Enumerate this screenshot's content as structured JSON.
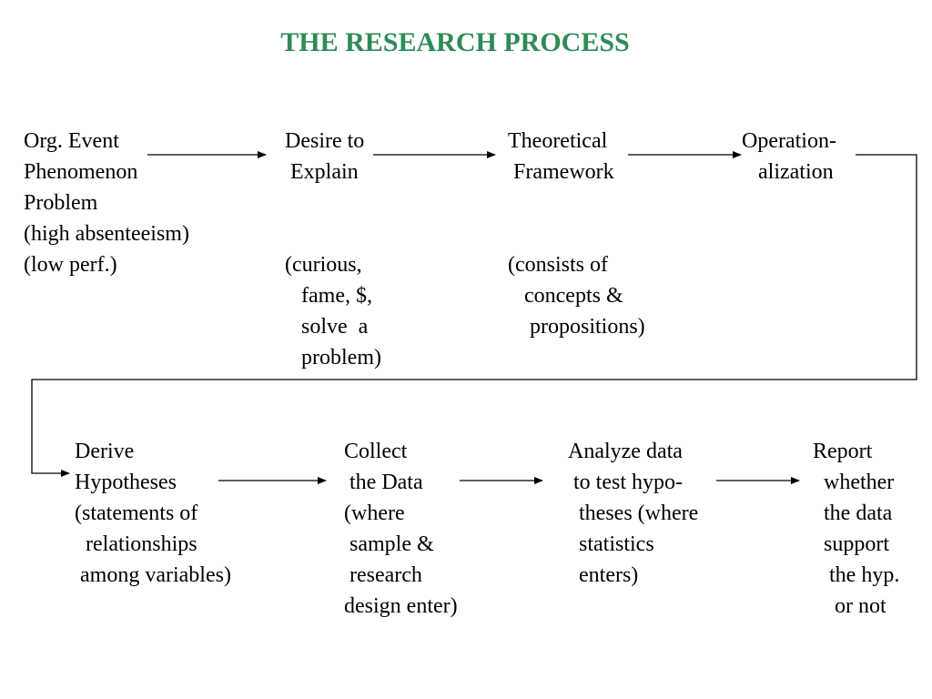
{
  "title": "THE RESEARCH PROCESS",
  "colors": {
    "title": "#2e8b57",
    "text": "#000000",
    "arrows": "#000000"
  },
  "nodes": [
    {
      "id": "org-event",
      "lines": [
        "Org. Event",
        "Phenomenon",
        "Problem",
        "(high absenteeism)",
        "(low perf.)"
      ]
    },
    {
      "id": "desire-to-explain",
      "lines": [
        "Desire to",
        " Explain",
        "",
        "",
        "(curious,",
        "   fame, $,",
        "   solve  a",
        "   problem)"
      ]
    },
    {
      "id": "theoretical-framework",
      "lines": [
        "Theoretical",
        " Framework",
        "",
        "",
        "(consists of",
        "   concepts &",
        "    propositions)"
      ]
    },
    {
      "id": "operationalization",
      "lines": [
        "Operation-",
        "   alization"
      ]
    },
    {
      "id": "derive-hypotheses",
      "lines": [
        "Derive",
        "Hypotheses",
        "(statements of",
        "  relationships",
        " among variables)"
      ]
    },
    {
      "id": "collect-data",
      "lines": [
        "Collect",
        " the Data",
        "(where",
        " sample &",
        " research",
        "design enter)"
      ]
    },
    {
      "id": "analyze-data",
      "lines": [
        "Analyze data",
        " to test hypo-",
        "  theses (where",
        "  statistics",
        "  enters)"
      ]
    },
    {
      "id": "report",
      "lines": [
        "Report",
        "  whether",
        "  the data",
        "  support",
        "   the hyp.",
        "    or not"
      ]
    }
  ]
}
